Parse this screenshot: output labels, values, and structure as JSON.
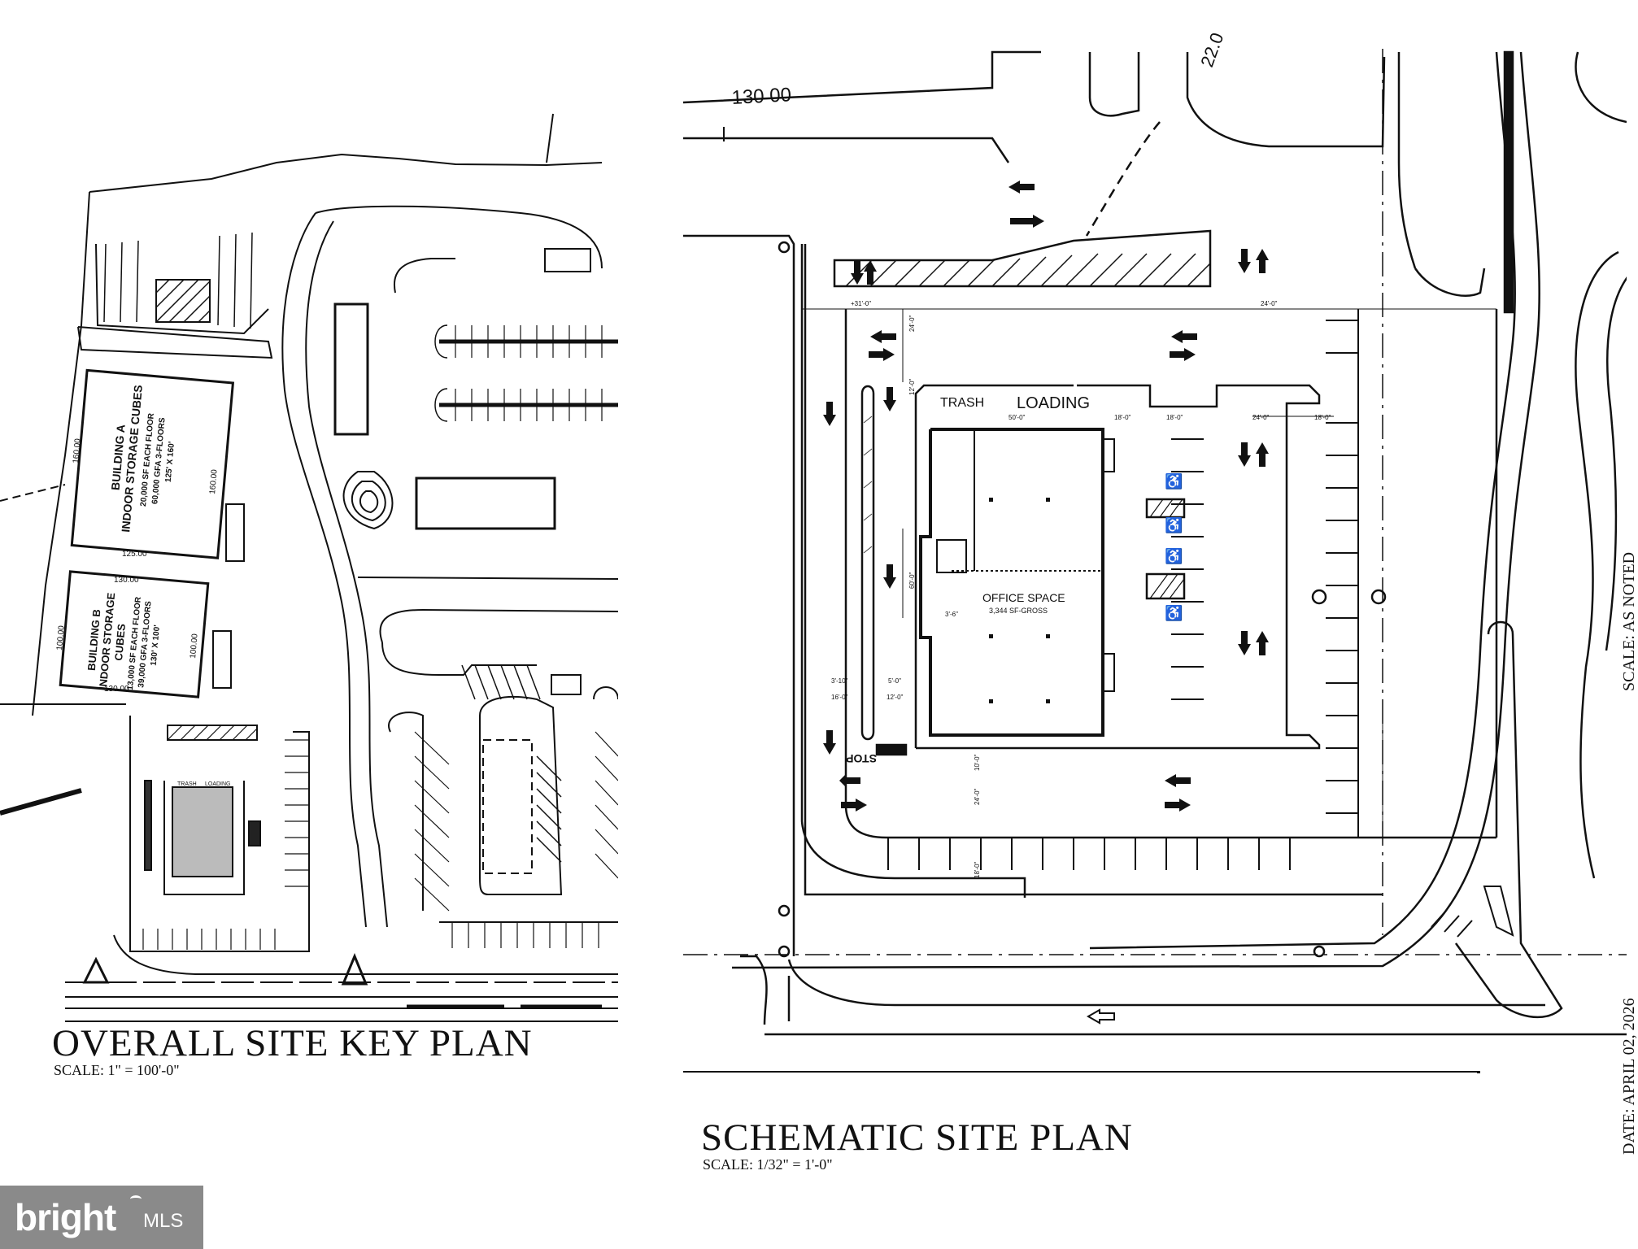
{
  "left_plan": {
    "title": "OVERALL SITE KEY PLAN",
    "scale": "SCALE: 1\" = 100'-0\"",
    "building_a": {
      "line1": "BUILDING A",
      "line2": "INDOOR STORAGE CUBES",
      "line3": "20,000 SF EACH FLOOR",
      "line4": "60,000 GFA 3-FLOORS",
      "line5": "125' X 160'"
    },
    "building_b": {
      "line1": "BUILDING B",
      "line2": "INDOOR STORAGE",
      "line3": "CUBES",
      "line4": "13,000 SF EACH FLOOR",
      "line5": "39,000 GFA 3-FLOORS",
      "line6": "130' X 100'"
    },
    "dims": {
      "a_height": "160.00",
      "a_width": "125.00",
      "a_right": "160.00",
      "b_top": "130.00",
      "b_left": "100.00",
      "b_right": "100.00",
      "b_bottom": "130.00"
    },
    "small_trash": "TRASH",
    "small_loading": "LOADING"
  },
  "right_plan": {
    "title": "SCHEMATIC SITE PLAN",
    "scale": "SCALE: 1/32\" = 1'-0\"",
    "road_label": "130 00",
    "road_label_2": "22.0",
    "trash": "TRASH",
    "loading": "LOADING",
    "office_title": "OFFICE SPACE",
    "office_sub": "3,344 SF-GROSS",
    "stop": "STOP",
    "dims": {
      "d1": "+31'-0\"",
      "d2": "24'-0\"",
      "d3": "24'-0\"",
      "d4": "12'-0\"",
      "d5": "50'-0\"",
      "d6": "18'-0\"",
      "d7": "18'-0\"",
      "d8": "24'-0\"",
      "d9": "18'-0\"",
      "d10": "60'-0\"",
      "d11": "3'-6\"",
      "d12": "3'-10\"",
      "d13": "5'-0\"",
      "d14": "16'-0\"",
      "d15": "12'-0\"",
      "d16": "10'-0\"",
      "d17": "24'-0\"",
      "d18": "18'-0\""
    }
  },
  "side_notes": {
    "scale_note": "SCALE: AS NOTED",
    "date_note": "DATE: APRIL 02, 2026"
  },
  "watermark": {
    "text": "bright",
    "suffix": "MLS"
  }
}
